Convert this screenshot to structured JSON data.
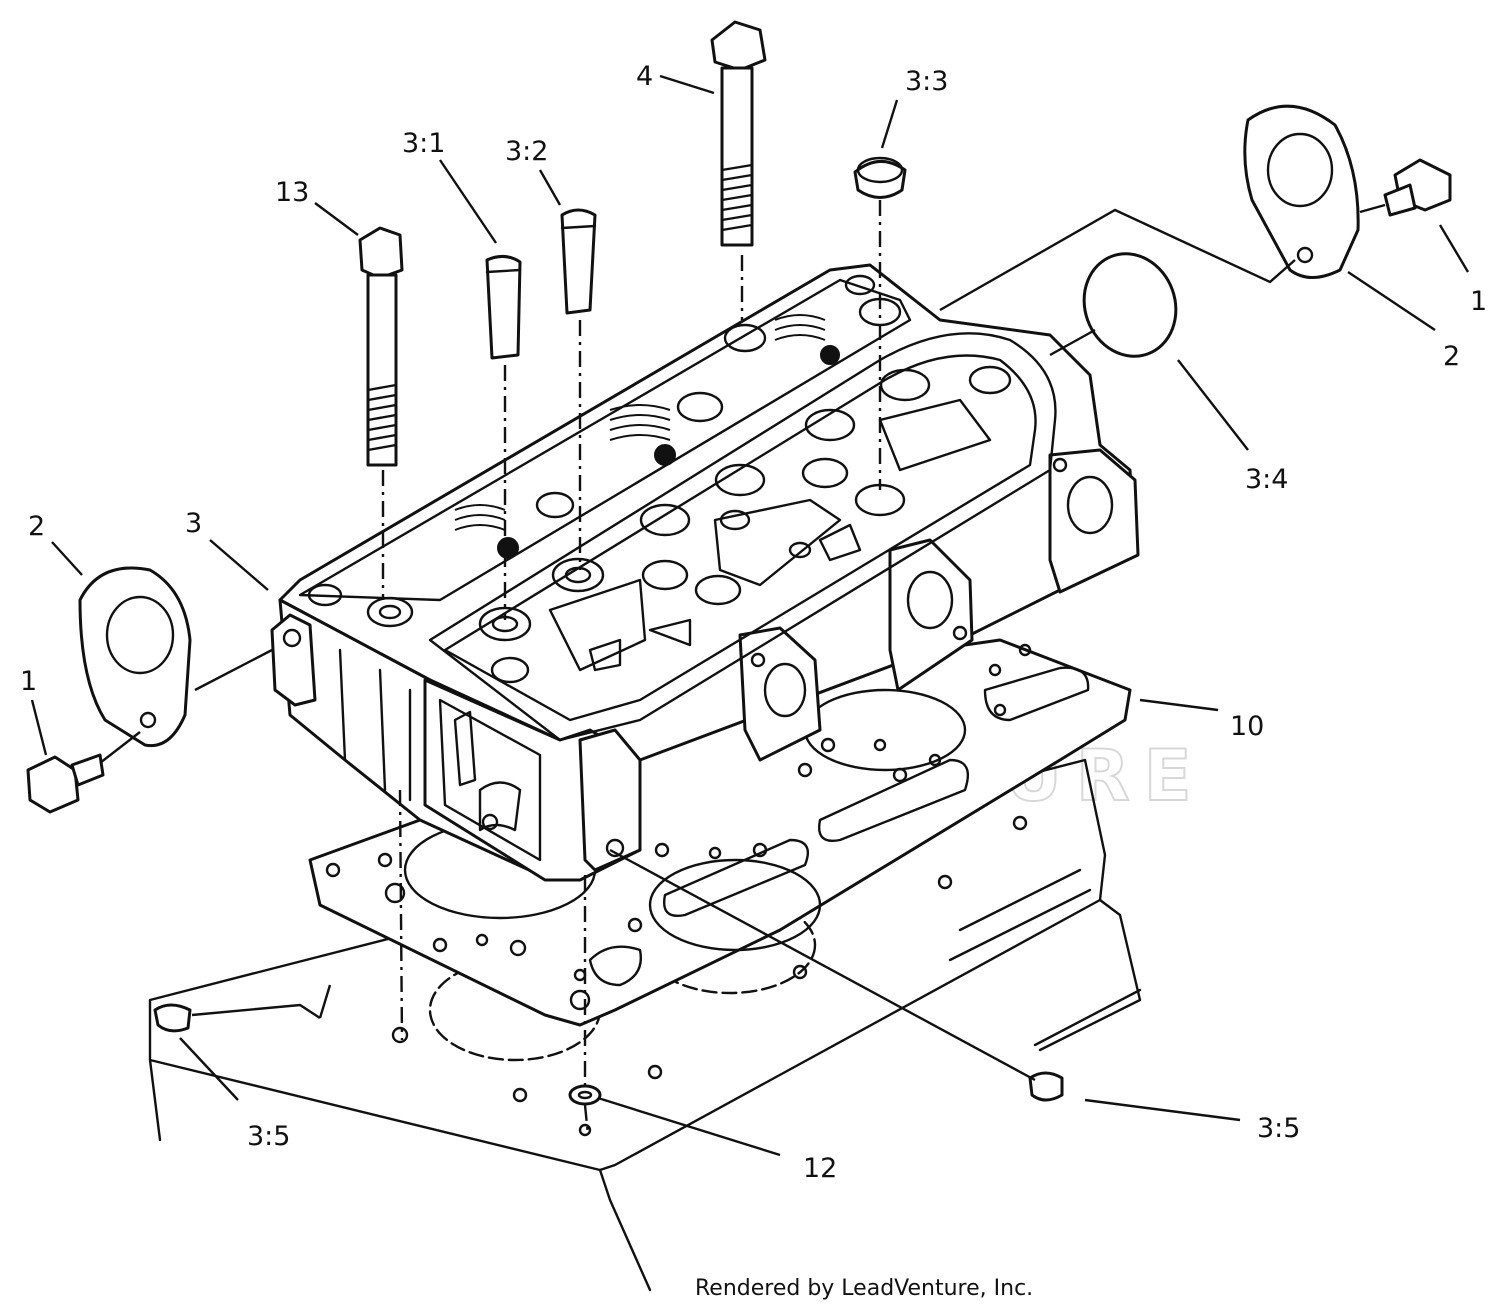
{
  "diagram": {
    "callouts": {
      "c4": "4",
      "c33": "3:3",
      "c31": "3:1",
      "c32": "3:2",
      "c13": "13",
      "c1_right": "1",
      "c2_right": "2",
      "c34": "3:4",
      "c2_left": "2",
      "c3": "3",
      "c1_left": "1",
      "c10": "10",
      "c35_left": "3:5",
      "c35_right": "3:5",
      "c12": "12"
    },
    "footer": "Rendered by LeadVenture, Inc.",
    "watermark": "LEADVENTURE"
  }
}
